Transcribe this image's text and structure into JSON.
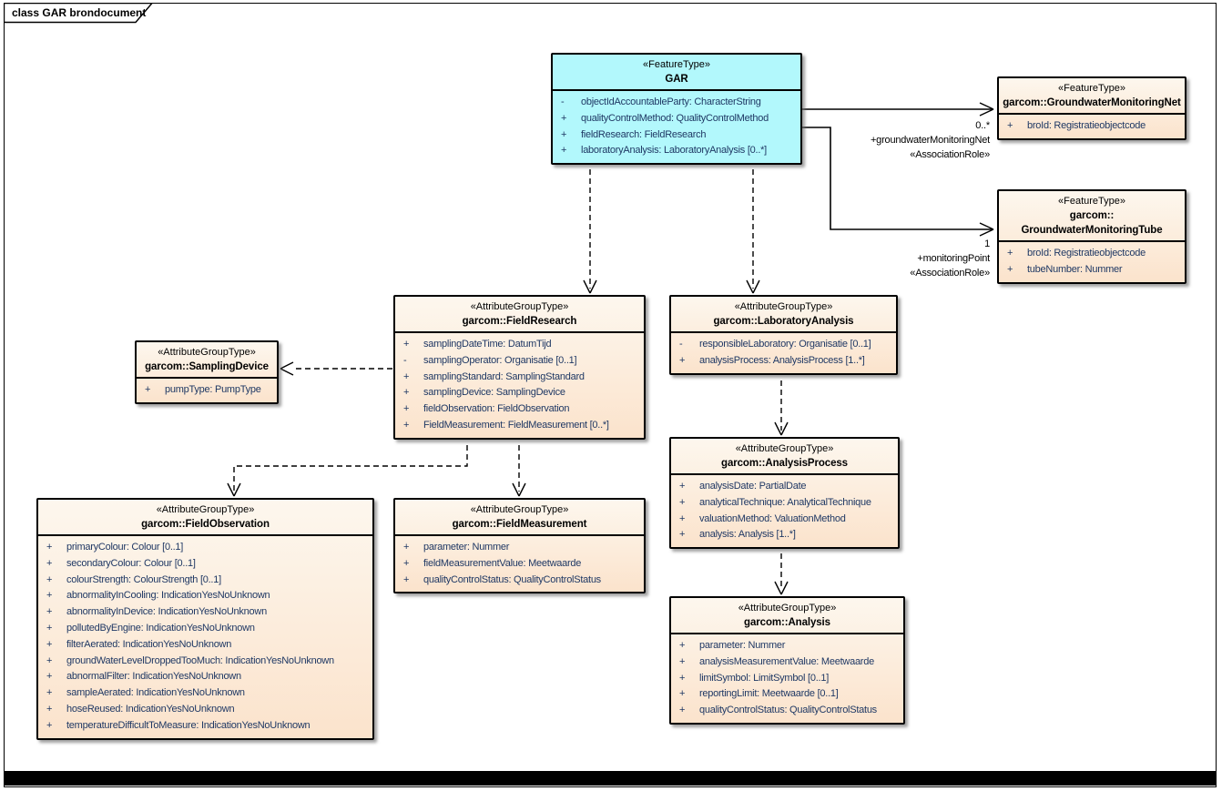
{
  "frame": {
    "label": "class GAR brondocument"
  },
  "colors": {
    "feature_fill": "#b2f8fc",
    "group_fill_top": "#fdf7ee",
    "group_fill_bottom": "#fbe3cc",
    "attribute_text": "#1f3864",
    "border": "#000000"
  },
  "boxes": {
    "gar": {
      "stereotype": "«FeatureType»",
      "name1": "GAR",
      "attrs": [
        {
          "vis": "-",
          "text": "objectIdAccountableParty: CharacterString"
        },
        {
          "vis": "+",
          "text": "qualityControlMethod: QualityControlMethod"
        },
        {
          "vis": "+",
          "text": "fieldResearch: FieldResearch"
        },
        {
          "vis": "+",
          "text": "laboratoryAnalysis: LaboratoryAnalysis [0..*]"
        }
      ]
    },
    "net": {
      "stereotype": "«FeatureType»",
      "name1": "garcom::GroundwaterMonitoringNet",
      "attrs": [
        {
          "vis": "+",
          "text": "broId: Registratieobjectcode"
        }
      ]
    },
    "tube": {
      "stereotype": "«FeatureType»",
      "name1": "garcom::",
      "name2": "GroundwaterMonitoringTube",
      "attrs": [
        {
          "vis": "+",
          "text": "broId: Registratieobjectcode"
        },
        {
          "vis": "+",
          "text": "tubeNumber: Nummer"
        }
      ]
    },
    "fieldResearch": {
      "stereotype": "«AttributeGroupType»",
      "name1": "garcom::FieldResearch",
      "attrs": [
        {
          "vis": "+",
          "text": "samplingDateTime: DatumTijd"
        },
        {
          "vis": "-",
          "text": "samplingOperator: Organisatie [0..1]"
        },
        {
          "vis": "+",
          "text": "samplingStandard: SamplingStandard"
        },
        {
          "vis": "+",
          "text": "samplingDevice: SamplingDevice"
        },
        {
          "vis": "+",
          "text": "fieldObservation: FieldObservation"
        },
        {
          "vis": "+",
          "text": "FieldMeasurement: FieldMeasurement [0..*]"
        }
      ]
    },
    "labAnalysis": {
      "stereotype": "«AttributeGroupType»",
      "name1": "garcom::LaboratoryAnalysis",
      "attrs": [
        {
          "vis": "-",
          "text": "responsibleLaboratory: Organisatie [0..1]"
        },
        {
          "vis": "+",
          "text": "analysisProcess: AnalysisProcess [1..*]"
        }
      ]
    },
    "samplingDevice": {
      "stereotype": "«AttributeGroupType»",
      "name1": "garcom::SamplingDevice",
      "attrs": [
        {
          "vis": "+",
          "text": "pumpType: PumpType"
        }
      ]
    },
    "fieldObservation": {
      "stereotype": "«AttributeGroupType»",
      "name1": "garcom::FieldObservation",
      "attrs": [
        {
          "vis": "+",
          "text": "primaryColour: Colour [0..1]"
        },
        {
          "vis": "+",
          "text": "secondaryColour: Colour [0..1]"
        },
        {
          "vis": "+",
          "text": "colourStrength: ColourStrength [0..1]"
        },
        {
          "vis": "+",
          "text": "abnormalityInCooling: IndicationYesNoUnknown"
        },
        {
          "vis": "+",
          "text": "abnormalityInDevice: IndicationYesNoUnknown"
        },
        {
          "vis": "+",
          "text": "pollutedByEngine: IndicationYesNoUnknown"
        },
        {
          "vis": "+",
          "text": "filterAerated: IndicationYesNoUnknown"
        },
        {
          "vis": "+",
          "text": "groundWaterLevelDroppedTooMuch: IndicationYesNoUnknown"
        },
        {
          "vis": "+",
          "text": "abnormalFilter: IndicationYesNoUnknown"
        },
        {
          "vis": "+",
          "text": "sampleAerated: IndicationYesNoUnknown"
        },
        {
          "vis": "+",
          "text": "hoseReused: IndicationYesNoUnknown"
        },
        {
          "vis": "+",
          "text": "temperatureDifficultToMeasure: IndicationYesNoUnknown"
        }
      ]
    },
    "fieldMeasurement": {
      "stereotype": "«AttributeGroupType»",
      "name1": "garcom::FieldMeasurement",
      "attrs": [
        {
          "vis": "+",
          "text": "parameter: Nummer"
        },
        {
          "vis": "+",
          "text": "fieldMeasurementValue: Meetwaarde"
        },
        {
          "vis": "+",
          "text": "qualityControlStatus: QualityControlStatus"
        }
      ]
    },
    "analysisProcess": {
      "stereotype": "«AttributeGroupType»",
      "name1": "garcom::AnalysisProcess",
      "attrs": [
        {
          "vis": "+",
          "text": "analysisDate: PartialDate"
        },
        {
          "vis": "+",
          "text": "analyticalTechnique: AnalyticalTechnique"
        },
        {
          "vis": "+",
          "text": "valuationMethod: ValuationMethod"
        },
        {
          "vis": "+",
          "text": "analysis: Analysis [1..*]"
        }
      ]
    },
    "analysis": {
      "stereotype": "«AttributeGroupType»",
      "name1": "garcom::Analysis",
      "attrs": [
        {
          "vis": "+",
          "text": "parameter: Nummer"
        },
        {
          "vis": "+",
          "text": "analysisMeasurementValue: Meetwaarde"
        },
        {
          "vis": "+",
          "text": "limitSymbol: LimitSymbol [0..1]"
        },
        {
          "vis": "+",
          "text": "reportingLimit: Meetwaarde [0..1]"
        },
        {
          "vis": "+",
          "text": "qualityControlStatus: QualityControlStatus"
        }
      ]
    }
  },
  "edges": {
    "net": {
      "multiplicity": "0..*",
      "role": "+groundwaterMonitoringNet",
      "stereotype": "«AssociationRole»"
    },
    "tube": {
      "multiplicity": "1",
      "role": "+monitoringPoint",
      "stereotype": "«AssociationRole»"
    }
  }
}
